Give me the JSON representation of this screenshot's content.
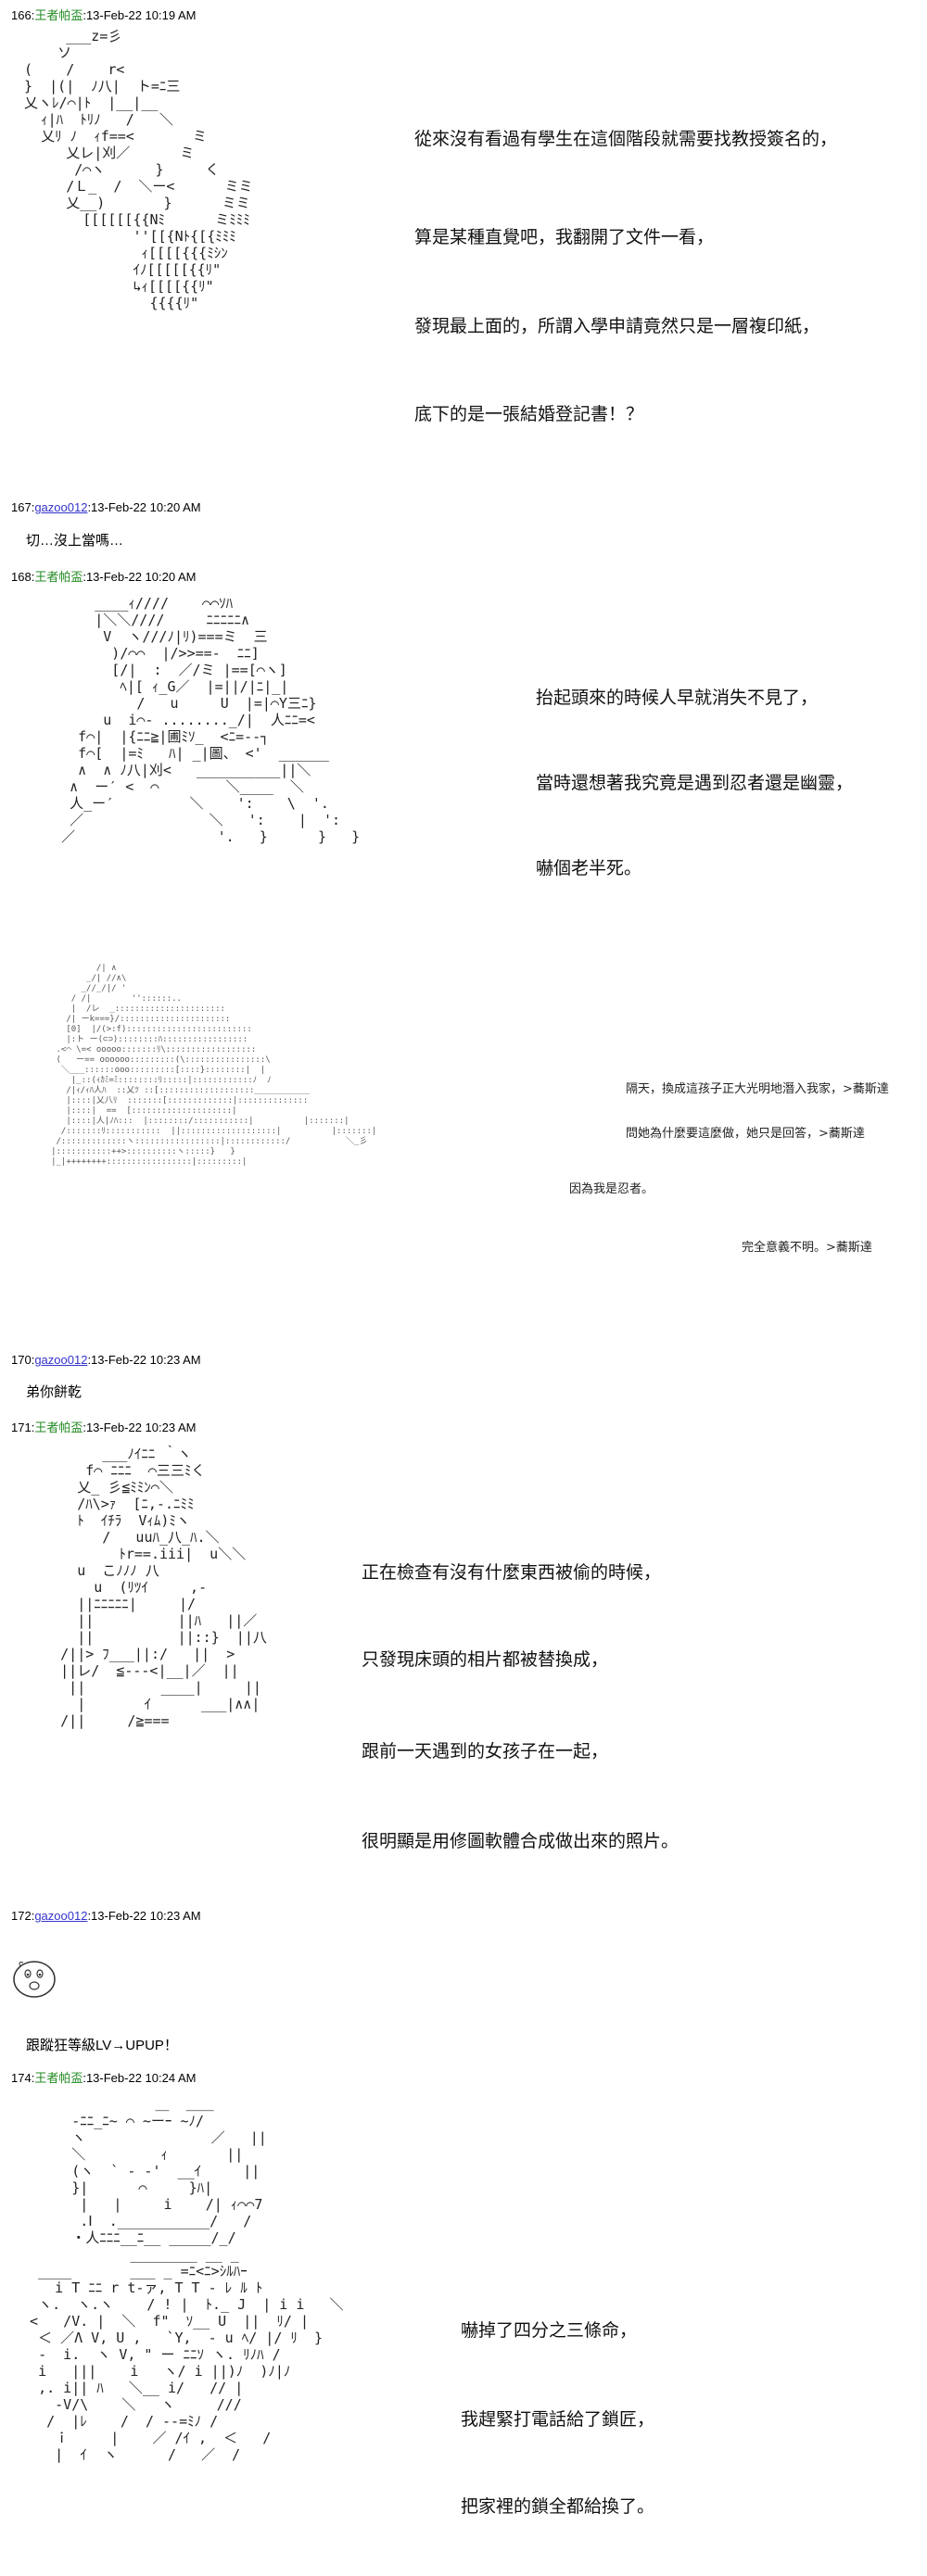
{
  "posts": [
    {
      "header": {
        "num": "166:",
        "name": "王者帕盃",
        "date": ":13-Feb-22 10:19 AM"
      },
      "aa": "       ___z=彡\n      ソ\n  (    /    r<\n  }  |(|  ﾉ八|  ト=ﾆ三\n  乂ヽﾚ/⌒|ﾄ  |__|__\n    ｨ|ﾊ  ﾄﾘﾉ   /   ＼\n    乂ﾘ ﾉ  ｨf==<       ミ\n       乂レ|刈／      ミ\n        /⌒ヽ      }     く\n       /Ｌ_  /  ＼ー<      ミミ\n       乂__)       }      ミミ\n         [[[[[[{{Nﾐ      ミﾐﾐﾐ\n               ''[[{Nﾄ{[{ﾐﾐﾐ\n                ｨ[[[[{{{ﾐｼﾝ\n               ｲﾉ[[[[[{{ﾘ\"\n               ↳ｨ[[[[{{ﾘ\"\n                 {{{{ﾘ\"",
      "lines": [
        "從來沒有看過有學生在這個階段就需要找教授簽名的，",
        "算是某種直覺吧，我翻開了文件一看，",
        "發現最上面的，所謂入學申請竟然只是一層複印紙，",
        "底下的是一張結婚登記書！？"
      ]
    },
    {
      "header": {
        "num": "167:",
        "name": "gazoo012",
        "date": ":13-Feb-22 10:20 AM"
      },
      "reply": "切…沒上當嗎…"
    },
    {
      "header": {
        "num": "168:",
        "name": "王者帕盃",
        "date": ":13-Feb-22 10:20 AM"
      },
      "aa": "        ____ｨ////    ⌒⌒ｿﾊ\n        |＼＼////     ﾆﾆﾆﾆﾆ∧\n         V  ヽ///ﾉ|ﾘ)===ミ  三\n          )/⌒⌒  |/>>==-  ﾆﾆ]\n          [/|  :  ／/ミ |==[⌒ヽ]\n           ﾍ|[ ｨ_G／  |=||/|ﾆ|_|\n             /   u     U  |=|⌒Y三ﾆ}\n         u  i⌒- ........_/|  人ﾆﾆ=<\n      f⌒|  |{ﾆﾆ≧|圃ﾐｿ_  <ﾆ=‐‐┐\n      f⌒[  |=ﾐ   ﾊ| _|圖、 <'  ______\n      ∧  ∧ ﾉ八|刈<   __________||＼\n     ∧  ー′ <  ⌒        ＼____  ＼\n     人_ー′         ＼    ':    \\  '.\n     ／               ＼   ':    |  ':\n    ／                 '.   }      }   }",
      "lines": [
        "抬起頭來的時候人早就消失不見了，",
        "當時還想著我究竟是遇到忍者還是幽靈，",
        "嚇個老半死。"
      ],
      "aa2": "              /| ∧\n            _/| //∧\\\n           _//_/|/ '\n         / /|        ''::::::..\n         |  /レ  _::::::::::::::::::::::\n        /| ーk===}/::::::::::::::::::::::\n        [0]  |/(>:f):::::::::::::::::::::::::\n        |:ト ー(⊂⊃)::::::::ﾊ:::::::::::::::::\n      .<⌒ \\=< ooooo:::::::ﾘ\\::::::::::::::::::\n      (   ー== oooooo:::::::::(\\::::::::::::::::\\\n       ＼___::::::ooo:::::::::[::::}::::::::|  |\n         |_::(ｨｶﾐ=ﾐ::::::::ﾘ:::::|::::::::::::ﾉ  ﾉ\n        /|ｨ/ｨﾊ人ﾊ  ::乂ﾂ ::[:::::::::::::::::::___________\n        |::::|乂八ﾘ  :::::::[:::::::::::::|::::::::::::::\n        |::::|  ==  [::::::::::::::::::::|\n        |::::|人|ﾉﾊ:::  |::::::::/:::::::::::|          |:::::::|\n       /:::::::ﾘ:::::::::::  ||:::::::::::::::::::|          |:::::::|\n      /:::::::::::::ヽ:::::::::::::::::|::::::::::::/           ＼_彡\n     |:::::::::::++>::::::::::ヽ:::::}   }\n     |_|++++++++:::::::::::::::::|:::::::::|",
      "smalllines": [
        "隔天，換成這孩子正大光明地潛入我家，>蕎斯達",
        "問她為什麼要這麼做，她只是回答，>蕎斯達",
        "因為我是忍者。",
        "完全意義不明。>蕎斯達"
      ]
    },
    {
      "header": {
        "num": "170:",
        "name": "gazoo012",
        "date": ":13-Feb-22 10:23 AM"
      },
      "reply": "弟你餅乾"
    },
    {
      "header": {
        "num": "171:",
        "name": "王者帕盃",
        "date": ":13-Feb-22 10:23 AM"
      },
      "aa": "          ___ﾉｲﾆﾆ ｀ヽ\n        f⌒ ﾆﾆﾆ  ⌒三三ﾐく\n       乂_ 彡≦ﾐﾐﾝ⌒＼\n       /ﾊ\\>ｧ  [ﾆ,-.ﾆﾐﾐ\n       ﾄ  ｲﾁﾗ  Vｨﾑ)ﾐヽ\n          /   uuﾊ_八_ﾊ.＼\n            ﾄr==.iii|  u＼＼\n       u  こﾉﾉﾉ 八\n         u  (ﾘﾂｲ     ,-\n       ||ﾆﾆﾆﾆﾆ|     |/\n       ||          ||ﾊ   ||／\n       ||          ||::}  ||八\n     /||> ﾌ___||:/   ||  >\n     ||レ/  ≦---<|__|／  ||\n      ||         ____|     ||\n       |       ｲ      ___|∧∧|\n     /||     /≧===",
      "lines": [
        "正在檢查有沒有什麼東西被偷的時候，",
        "只發現床頭的相片都被替換成，",
        "跟前一天遇到的女孩子在一起，",
        "很明顯是用修圖軟體合成做出來的照片。"
      ]
    },
    {
      "header": {
        "num": "172:",
        "name": "gazoo012",
        "date": ":13-Feb-22 10:23 AM"
      },
      "reply": "跟蹤狂等級LV→UPUP！"
    },
    {
      "header": {
        "num": "174:",
        "name": "王者帕盃",
        "date": ":13-Feb-22 10:24 AM"
      },
      "aa": "                 ＿  ＿＿\n       -ﾆﾆ_ﾆ~ ⌒ ~ーｰ ~ﾉ/\n       ヽ               ／   ||\n       ＼         ｨ       ||\n       (ヽ  ` - -'  __ｲ     ||\n       }|      ⌒     }ﾊ|\n        |   |     i    /| ｨ⌒⌒7\n        .Ⅰ  .___________/   /\n       ・人ﾆﾆﾆ__ﾆ__ _____/_/\n              ________ __ _\n   ____       ___ _ =ﾆ<ﾆ>ｼﾙﾊｰ\n     i T ﾆﾆ r t‐ァ, T T ‐ ﾚ ﾙ ﾄ\n   ヽ.  ヽ.ヽ    / ! |  ﾄ._ J  | i i   ＼\n  <   /V. |  ＼  f\"  ｿ__ U  ||  ﾘ/ |\n   ＜ ／Λ V, U ,   `Y,  - u ﾍ/ |/ ﾘ  }\n   -  i.  ヽ V, \" ー ﾆﾆｿ ヽ. ﾘﾉﾊ /\n   i   |||    i   ヽ/ i ||)ﾉ  )ﾉ|ﾉ\n   ,. i|| ﾊ   ＼__ i/   // |\n     -V/\\    ＼   ヽ     ///\n    /  |ﾚ    /  / ‐‐=ﾐﾉ /\n     ｉ     |    ／ /ｲ ,  ＜   /\n     |  ｲ  ヽ      /   ／  /",
      "lines": [
        "嚇掉了四分之三條命，",
        "我趕緊打電話給了鎖匠，",
        "把家裡的鎖全都給換了。"
      ]
    }
  ]
}
